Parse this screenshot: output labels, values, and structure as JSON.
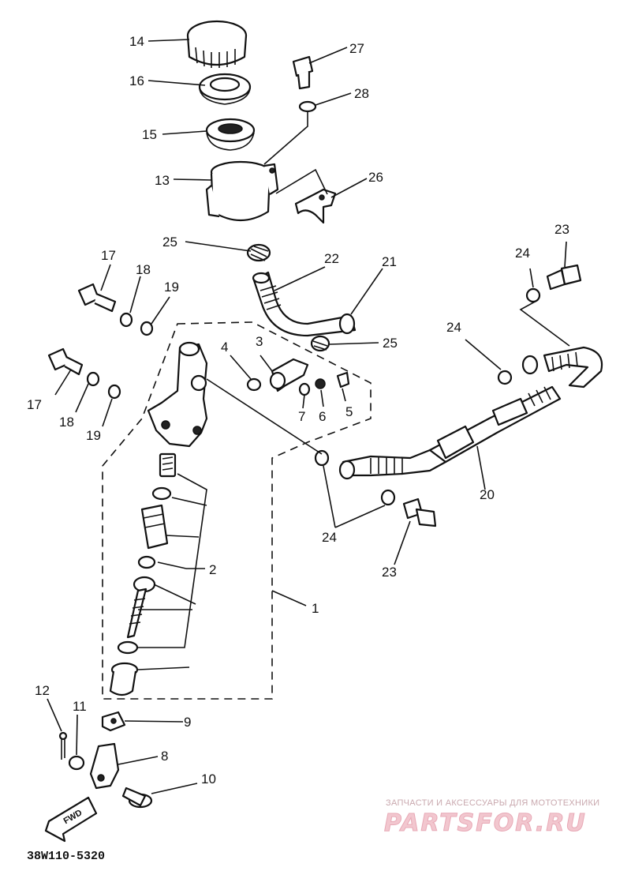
{
  "labels": {
    "p1": "1",
    "p2": "2",
    "p3": "3",
    "p4": "4",
    "p5": "5",
    "p6": "6",
    "p7": "7",
    "p8": "8",
    "p9": "9",
    "p10": "10",
    "p11": "11",
    "p12": "12",
    "p13": "13",
    "p14": "14",
    "p15": "15",
    "p16": "16",
    "p17": "17",
    "p18": "18",
    "p19": "19",
    "p20": "20",
    "p21": "21",
    "p22": "22",
    "p23": "23",
    "p24": "24",
    "p25": "25",
    "p26": "26",
    "p27": "27",
    "p28": "28"
  },
  "fwd_label": "FWD",
  "diagram_code": "38W110-5320",
  "watermark": {
    "tagline": "ЗАПЧАСТИ И АКСЕССУАРЫ ДЛЯ МОТОТЕХНИКИ",
    "logo": "PARTSFOR.RU"
  }
}
